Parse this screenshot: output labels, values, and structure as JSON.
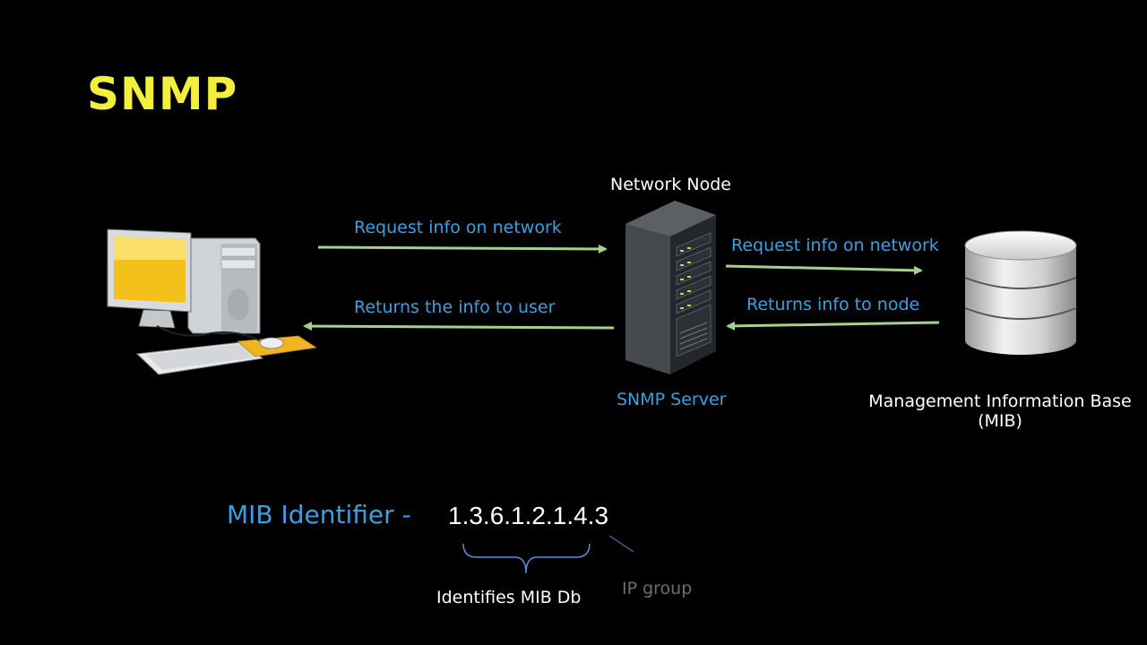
{
  "title": "SNMP",
  "network_node_label": "Network Node",
  "server_label": "SNMP Server",
  "mib_label_line1": "Management Information Base",
  "mib_label_line2": "(MIB)",
  "arrows": {
    "user_to_server": "Request info on network",
    "server_to_user": "Returns the info to user",
    "server_to_mib": "Request info on network",
    "mib_to_server": "Returns info to node"
  },
  "identifier": {
    "label": "MIB Identifier -",
    "value": "1.3.6.1.2.1.4.3",
    "brace_label": "Identifies MIB Db",
    "pointer_label": "IP group"
  },
  "colors": {
    "title": "#f4ef3a",
    "blue_text": "#3aa0e0",
    "arrow": "#a8d08d",
    "gray_text": "#6e6e6e"
  },
  "icons": [
    "desktop-computer-icon",
    "server-rack-icon",
    "database-icon"
  ]
}
